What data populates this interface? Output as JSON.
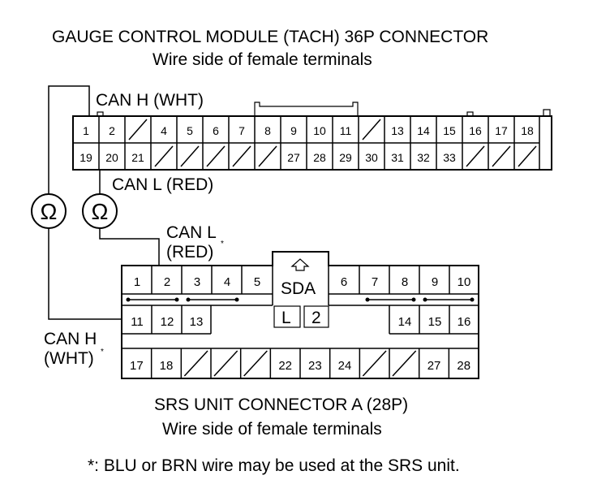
{
  "title": "GAUGE CONTROL MODULE (TACH) 36P CONNECTOR",
  "subtitle": "Wire side of female terminals",
  "can_h_top": "CAN H (WHT)",
  "can_l_top": "CAN L (RED)",
  "can_l_srs_line1": "CAN L",
  "can_l_srs_line2": "(RED)",
  "can_h_srs_line1": "CAN H",
  "can_h_srs_line2": "(WHT)",
  "asterisk": "*",
  "ohm_symbol": "Ω",
  "sda_label": "SDA",
  "sda_l": "L",
  "sda_2": "2",
  "srs_title": "SRS UNIT CONNECTOR A (28P)",
  "srs_subtitle": "Wire side of female terminals",
  "footnote": "*: BLU or BRN wire may be used at the SRS unit.",
  "gcm_row1": [
    "1",
    "2",
    "",
    "4",
    "5",
    "6",
    "7",
    "8",
    "9",
    "10",
    "11",
    "",
    "13",
    "14",
    "15",
    "16",
    "17",
    "18"
  ],
  "gcm_row2": [
    "19",
    "20",
    "21",
    "",
    "",
    "",
    "",
    "",
    "27",
    "28",
    "29",
    "30",
    "31",
    "32",
    "33",
    "",
    "",
    ""
  ],
  "srs_row1_left": [
    "1",
    "2",
    "3",
    "4",
    "5"
  ],
  "srs_row1_right": [
    "6",
    "7",
    "8",
    "9",
    "10"
  ],
  "srs_row2_left": [
    "11",
    "12",
    "13"
  ],
  "srs_row2_right": [
    "14",
    "15",
    "16"
  ],
  "srs_row3": [
    "17",
    "18",
    "",
    "",
    "",
    "22",
    "23",
    "24",
    "",
    "",
    "27",
    "28"
  ]
}
